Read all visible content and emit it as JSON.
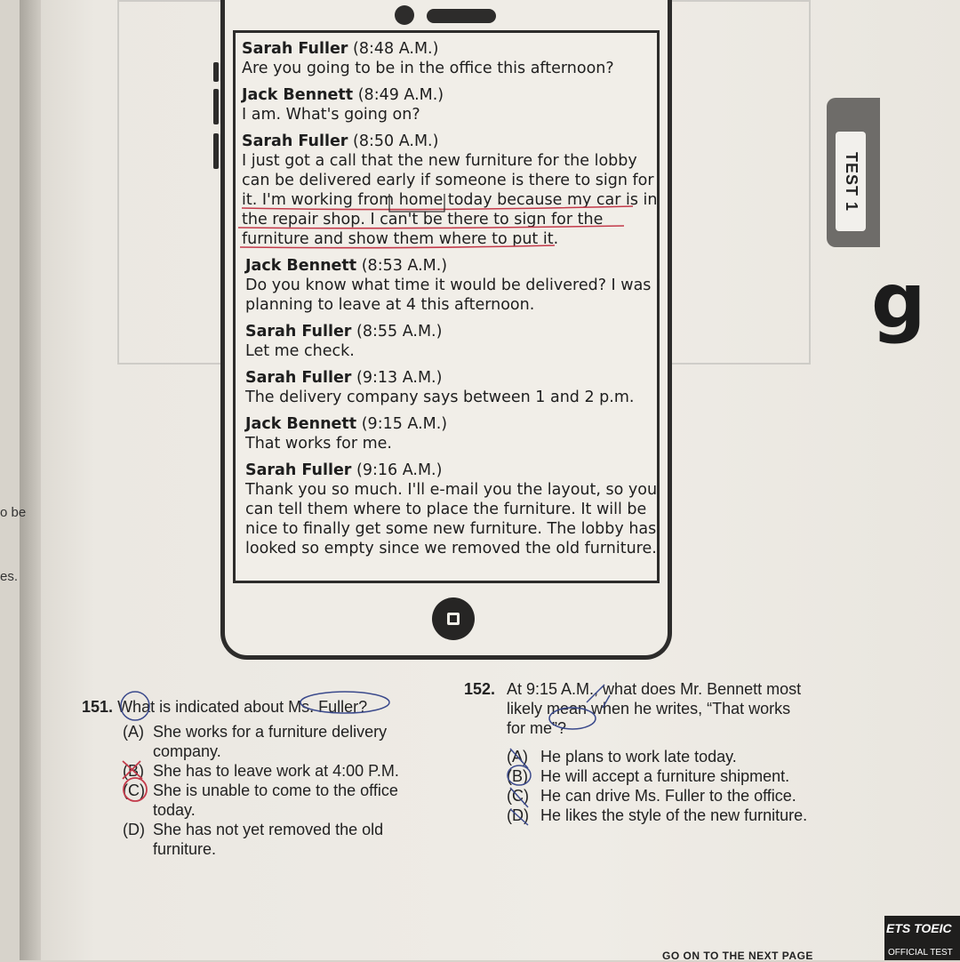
{
  "margin": {
    "left_1": "o be",
    "left_2": "es."
  },
  "tab": {
    "label": "TEST 1"
  },
  "side_letter": "g",
  "chat": [
    {
      "sender": "Sarah Fuller",
      "time": "(8:48 A.M.)",
      "text": "Are you going to be in the office this afternoon?"
    },
    {
      "sender": "Jack Bennett",
      "time": "(8:49 A.M.)",
      "text": "I am. What's going on?"
    },
    {
      "sender": "Sarah Fuller",
      "time": "(8:50 A.M.)",
      "text": "I just got a call that the new furniture for the lobby can be delivered early if someone is there to sign for it. I'm working from home today because my car is in the repair shop. I can't be there to sign for the furniture and show them where to put it."
    },
    {
      "sender": "Jack Bennett",
      "time": "(8:53 A.M.)",
      "text": "Do you know what time it would be delivered? I was planning to leave at 4 this afternoon."
    },
    {
      "sender": "Sarah Fuller",
      "time": "(8:55 A.M.)",
      "text": "Let me check."
    },
    {
      "sender": "Sarah Fuller",
      "time": "(9:13 A.M.)",
      "text": "The delivery company says between 1 and 2 p.m."
    },
    {
      "sender": "Jack Bennett",
      "time": "(9:15 A.M.)",
      "text": "That works for me."
    },
    {
      "sender": "Sarah Fuller",
      "time": "(9:16 A.M.)",
      "text": "Thank you so much. I'll e-mail you the layout, so you can tell them where to place the furniture. It will be nice to finally get some new furniture. The lobby has looked so empty since we removed the old furniture."
    }
  ],
  "q151": {
    "number": "151.",
    "stem": "What is indicated about Ms. Fuller?",
    "options": [
      {
        "letter": "(A)",
        "text": "She works for a furniture delivery company."
      },
      {
        "letter": "(B)",
        "text": "She has to leave work at 4:00 P.M."
      },
      {
        "letter": "(C)",
        "text": "She is unable to come to the office today."
      },
      {
        "letter": "(D)",
        "text": "She has not yet removed the old furniture."
      }
    ]
  },
  "q152": {
    "number": "152.",
    "stem": "At 9:15 A.M., what does Mr. Bennett most likely mean when he writes, “That works for me”?",
    "options": [
      {
        "letter": "(A)",
        "text": "He plans to work late today."
      },
      {
        "letter": "(B)",
        "text": "He will accept a furniture shipment."
      },
      {
        "letter": "(C)",
        "text": "He can drive Ms. Fuller to the office."
      },
      {
        "letter": "(D)",
        "text": "He likes the style of the new furniture."
      }
    ]
  },
  "footer": {
    "badge_top": "ETS TOEIC",
    "badge_bottom": "OFFICIAL TEST",
    "next": "GO ON TO THE NEXT PAGE"
  },
  "colors": {
    "pen_red": "#c33a4a",
    "pen_blue": "#3b4a8c",
    "phone_frame": "#2d2c2b"
  }
}
